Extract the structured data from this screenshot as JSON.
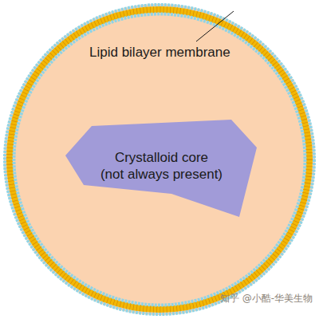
{
  "diagram": {
    "nodes": [
      {
        "text": [
          "Crystalloid core",
          "(not always present)"
        ]
      }
    ],
    "labels": [
      "Lipid bilayer membrane",
      "知乎 @小酷-华美生物"
    ]
  }
}
